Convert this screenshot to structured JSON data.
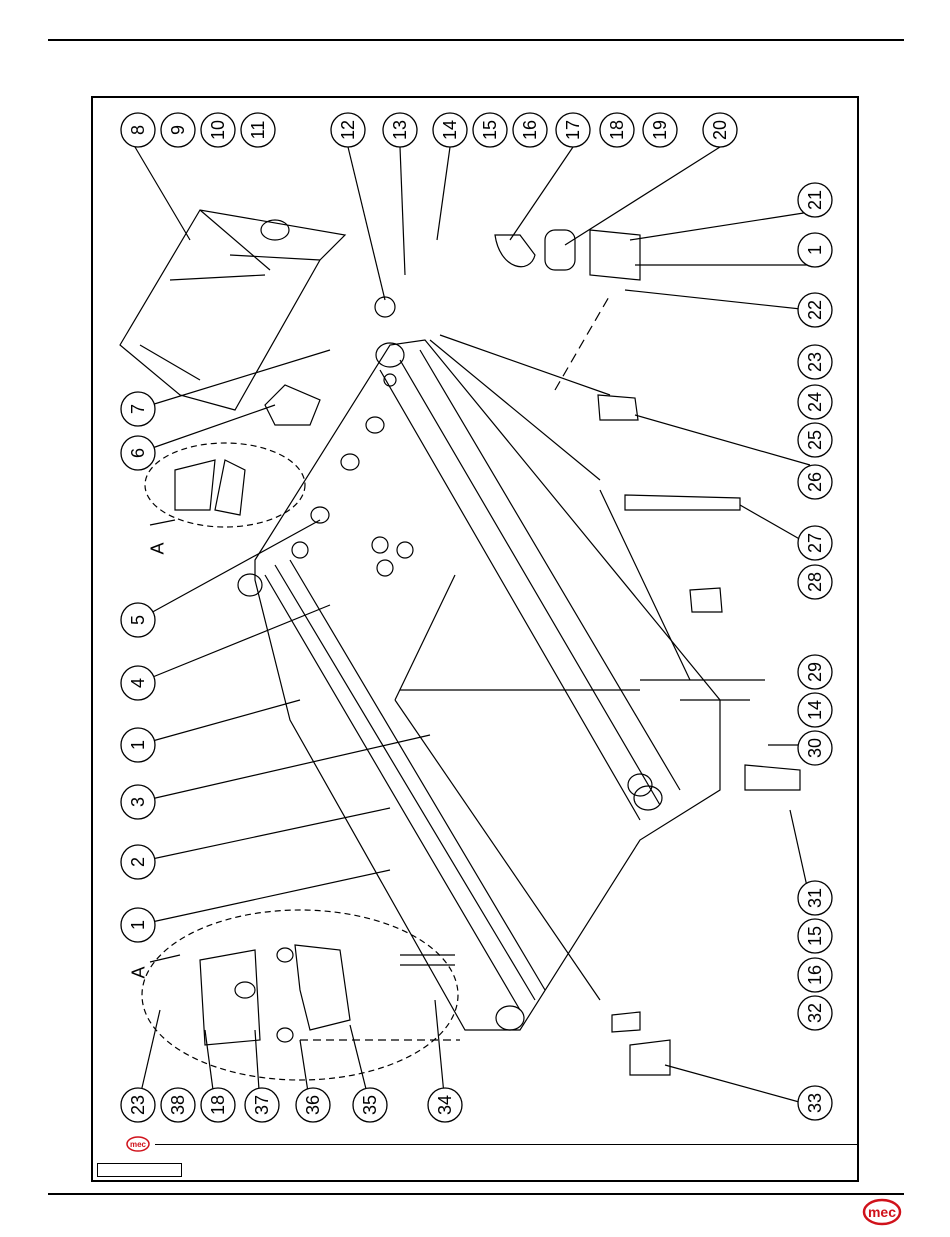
{
  "view_label_a": "A",
  "brand": "mec",
  "callouts_left": [
    {
      "number": "8"
    },
    {
      "number": "9"
    },
    {
      "number": "10"
    },
    {
      "number": "11"
    }
  ],
  "callouts_top": [
    {
      "number": "12"
    },
    {
      "number": "13"
    },
    {
      "number": "14"
    },
    {
      "number": "15"
    },
    {
      "number": "16"
    },
    {
      "number": "17"
    },
    {
      "number": "18"
    },
    {
      "number": "19"
    },
    {
      "number": "20"
    }
  ],
  "callouts_right": [
    {
      "number": "21"
    },
    {
      "number": "1"
    },
    {
      "number": "22"
    },
    {
      "number": "23"
    },
    {
      "number": "24"
    },
    {
      "number": "25"
    },
    {
      "number": "26"
    },
    {
      "number": "27"
    },
    {
      "number": "28"
    },
    {
      "number": "29"
    },
    {
      "number": "14"
    },
    {
      "number": "30"
    },
    {
      "number": "31"
    },
    {
      "number": "15"
    },
    {
      "number": "16"
    },
    {
      "number": "32"
    },
    {
      "number": "33"
    }
  ],
  "callouts_mid_left": [
    {
      "number": "7"
    },
    {
      "number": "6"
    },
    {
      "number": "5"
    },
    {
      "number": "4"
    },
    {
      "number": "1"
    },
    {
      "number": "3"
    },
    {
      "number": "2"
    },
    {
      "number": "1"
    }
  ],
  "callouts_bottom": [
    {
      "number": "23"
    },
    {
      "number": "38"
    },
    {
      "number": "18"
    },
    {
      "number": "37"
    },
    {
      "number": "36"
    },
    {
      "number": "35"
    },
    {
      "number": "34"
    }
  ],
  "colors": {
    "line": "#000000",
    "brand_red": "#d0121b"
  }
}
